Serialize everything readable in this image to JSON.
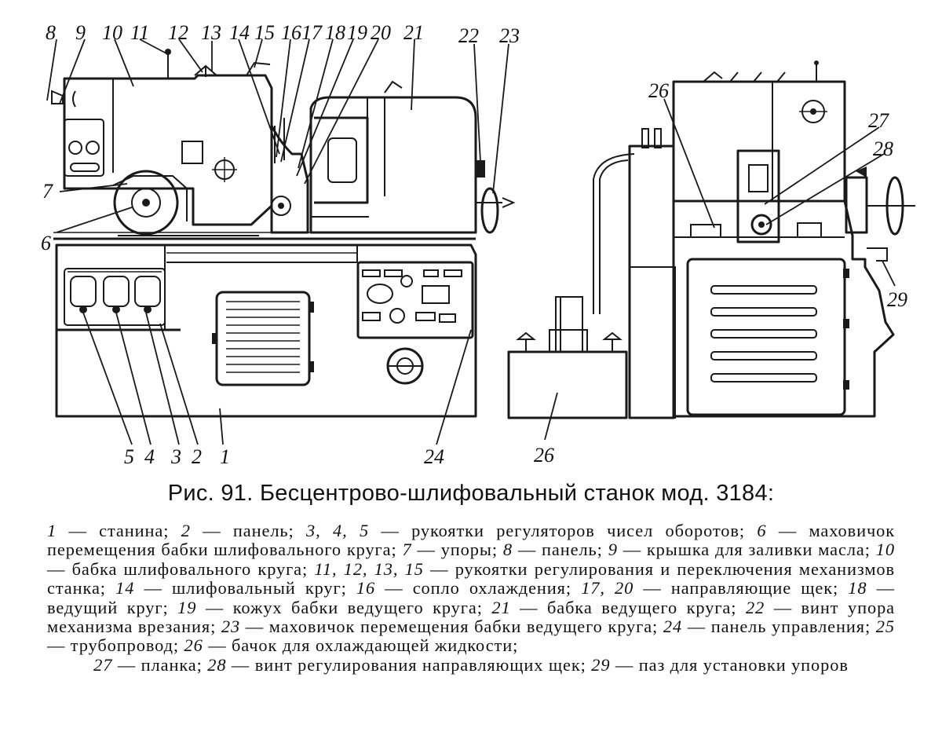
{
  "figure": {
    "callouts_top": [
      "8",
      "9",
      "10",
      "11",
      "12",
      "13",
      "14",
      "15",
      "16",
      "17",
      "18",
      "19",
      "20",
      "21",
      "22",
      "23"
    ],
    "callouts_left": [
      "7",
      "6"
    ],
    "callouts_bottom": [
      "5",
      "4",
      "3",
      "2",
      "1",
      "24"
    ],
    "callouts_side": [
      "26",
      "27",
      "28",
      "29",
      "26"
    ]
  },
  "caption": "Рис. 91. Бесцентрово-шлифовальный станок мод. 3184:",
  "legend": [
    {
      "n": "1",
      "t": "станина;"
    },
    {
      "n": "2",
      "t": "панель;"
    },
    {
      "n": "3, 4, 5",
      "t": "рукоятки регуляторов чисел оборотов;"
    },
    {
      "n": "6",
      "t": "маховичок перемещения бабки шлифовального круга;"
    },
    {
      "n": "7",
      "t": "упоры;"
    },
    {
      "n": "8",
      "t": "панель;"
    },
    {
      "n": "9",
      "t": "крышка для заливки масла;"
    },
    {
      "n": "10",
      "t": "бабка шлифовального круга;"
    },
    {
      "n": "11, 12, 13, 15",
      "t": "рукоятки регулирования и переключения механизмов станка;"
    },
    {
      "n": "14",
      "t": "шлифовальный круг;"
    },
    {
      "n": "16",
      "t": "сопло охлаждения;"
    },
    {
      "n": "17, 20",
      "t": "направляющие щек;"
    },
    {
      "n": "18",
      "t": "ведущий круг;"
    },
    {
      "n": "19",
      "t": "кожух бабки ведущего круга;"
    },
    {
      "n": "21",
      "t": "бабка ведущего круга;"
    },
    {
      "n": "22",
      "t": "винт упора механизма врезания;"
    },
    {
      "n": "23",
      "t": "маховичок перемещения бабки ведущего круга;"
    },
    {
      "n": "24",
      "t": "панель управления;"
    },
    {
      "n": "25",
      "t": "трубопровод;"
    },
    {
      "n": "26",
      "t": "бачок для охлаждающей жидкости;"
    },
    {
      "n": "27",
      "t": "планка;"
    },
    {
      "n": "28",
      "t": "винт регулирования направляющих щек;"
    },
    {
      "n": "29",
      "t": "паз для установки упоров"
    }
  ]
}
